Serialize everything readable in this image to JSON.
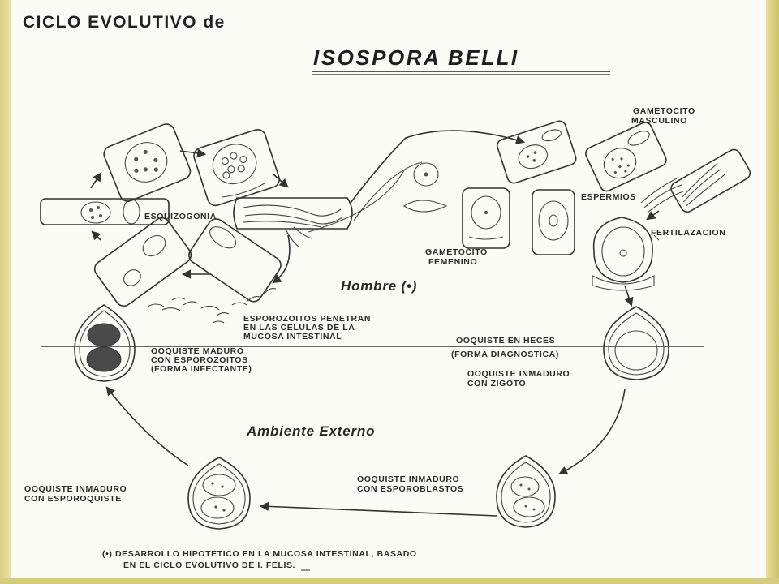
{
  "title": {
    "line1": "CICLO EVOLUTIVO de",
    "line2": "ISOSPORA BELLI"
  },
  "zones": {
    "host": "Hombre (•)",
    "environment": "Ambiente Externo"
  },
  "labels": {
    "esquizogonia": "ESQUIZOGONIA",
    "gametocito_masculino": [
      "GAMETOCITO",
      "MASCULINO"
    ],
    "gametocito_femenino": [
      "GAMETOCITO",
      "FEMENINO"
    ],
    "espermios": "ESPERMIOS",
    "fertilizacion": "FERTILAZACION",
    "esporozoitos": [
      "ESPOROZOITOS PENETRAN",
      "EN LAS CELULAS DE LA",
      "MUCOSA INTESTINAL"
    ],
    "ooquiste_maduro": [
      "OOQUISTE MADURO",
      "CON ESPOROZOITOS",
      "(FORMA INFECTANTE)"
    ],
    "ooquiste_heces": [
      "OOQUISTE EN HECES",
      "(FORMA DIAGNOSTICA)"
    ],
    "ooquiste_zigoto": [
      "OOQUISTE INMADURO",
      "CON ZIGOTO"
    ],
    "ooquiste_esporoblastos": [
      "OOQUISTE INMADURO",
      "CON ESPOROBLASTOS"
    ],
    "ooquiste_esporoquiste": [
      "OOQUISTE INMADURO",
      "CON ESPOROQUISTE"
    ]
  },
  "footnote": {
    "line1": "(•) DESARROLLO HIPOTETICO EN LA MUCOSA INTESTINAL, BASADO",
    "line2": "EN EL CICLO EVOLUTIVO DE I. FELIS."
  }
}
